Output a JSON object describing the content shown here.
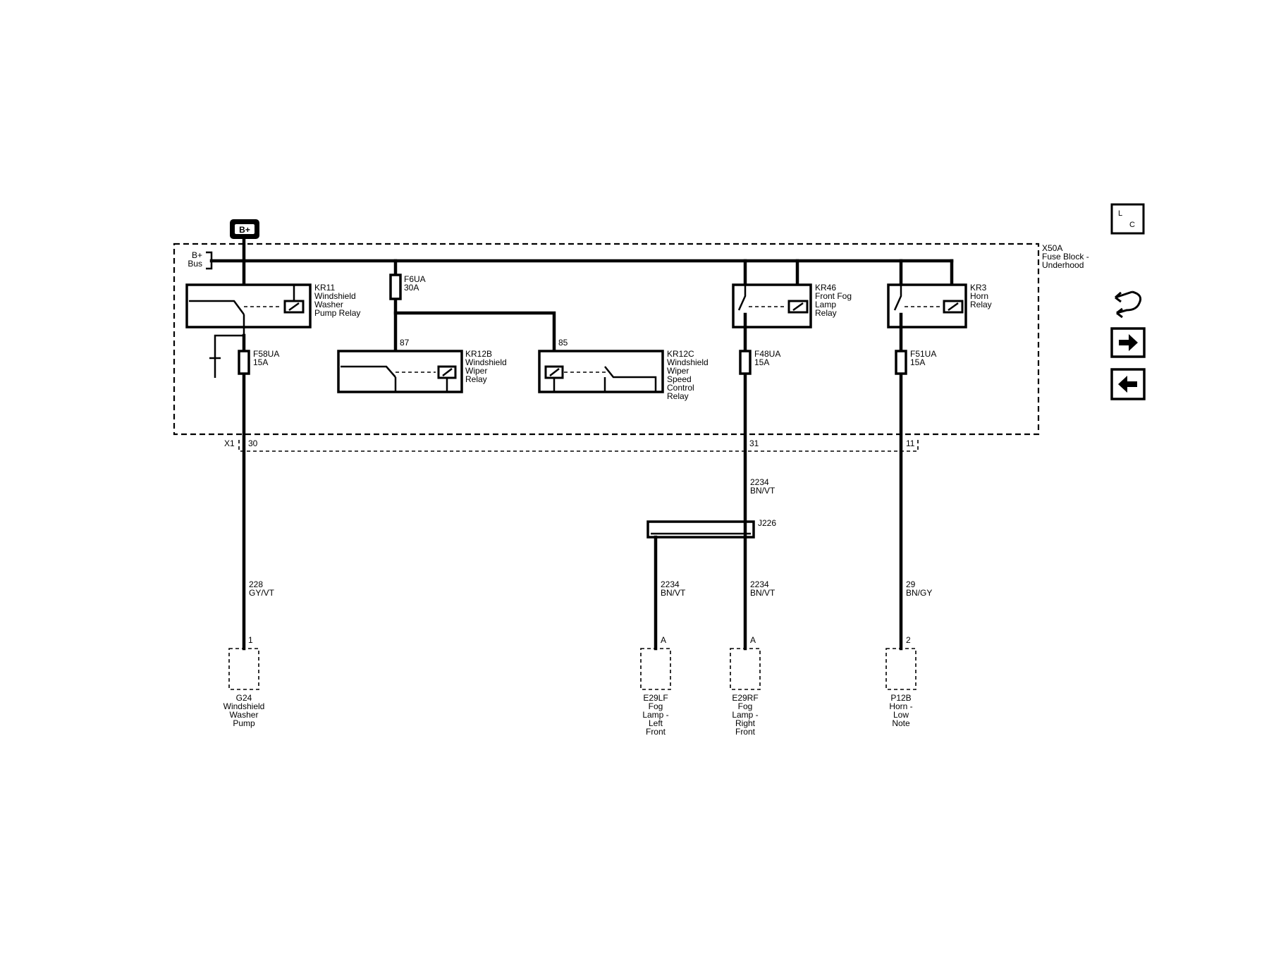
{
  "fuse_block": {
    "label_lines": [
      "X50A",
      "Fuse Block -",
      "Underhood"
    ]
  },
  "battery": {
    "label": "B+"
  },
  "bus": {
    "label_lines": [
      "B+",
      "Bus"
    ]
  },
  "relays": {
    "kr11": {
      "label_lines": [
        "KR11",
        "Windshield",
        "Washer",
        "Pump Relay"
      ]
    },
    "kr12b": {
      "label_lines": [
        "KR12B",
        "Windshield",
        "Wiper",
        "Relay"
      ],
      "pin": "87"
    },
    "kr12c": {
      "label_lines": [
        "KR12C",
        "Windshield",
        "Wiper",
        "Speed",
        "Control",
        "Relay"
      ],
      "pin": "85"
    },
    "kr46": {
      "label_lines": [
        "KR46",
        "Front Fog",
        "Lamp",
        "Relay"
      ]
    },
    "kr3": {
      "label_lines": [
        "KR3",
        "Horn",
        "Relay"
      ]
    }
  },
  "fuses": {
    "f6ua": {
      "label_lines": [
        "F6UA",
        "30A"
      ]
    },
    "f58ua": {
      "label_lines": [
        "F58UA",
        "15A"
      ]
    },
    "f48ua": {
      "label_lines": [
        "F48UA",
        "15A"
      ]
    },
    "f51ua": {
      "label_lines": [
        "F51UA",
        "15A"
      ]
    }
  },
  "connector_x1": {
    "label": "X1",
    "pins": {
      "a": "30",
      "b": "31",
      "c": "11"
    }
  },
  "splice": {
    "label": "J226"
  },
  "wires": {
    "w228": {
      "label_lines": [
        "228",
        "GY/VT"
      ]
    },
    "w2234_top": {
      "label_lines": [
        "2234",
        "BN/VT"
      ]
    },
    "w2234_left": {
      "label_lines": [
        "2234",
        "BN/VT"
      ]
    },
    "w2234_right": {
      "label_lines": [
        "2234",
        "BN/VT"
      ]
    },
    "w29": {
      "label_lines": [
        "29",
        "BN/GY"
      ]
    }
  },
  "loads": {
    "g24": {
      "pin": "1",
      "label_lines": [
        "G24",
        "Windshield",
        "Washer",
        "Pump"
      ]
    },
    "e29lf": {
      "pin": "A",
      "label_lines": [
        "E29LF",
        "Fog",
        "Lamp -",
        "Left",
        "Front"
      ]
    },
    "e29rf": {
      "pin": "A",
      "label_lines": [
        "E29RF",
        "Fog",
        "Lamp -",
        "Right",
        "Front"
      ]
    },
    "p12b": {
      "pin": "2",
      "label_lines": [
        "P12B",
        "Horn -",
        "Low",
        "Note"
      ]
    }
  },
  "nav": {
    "loc_top": "L",
    "loc_bottom": "C"
  }
}
